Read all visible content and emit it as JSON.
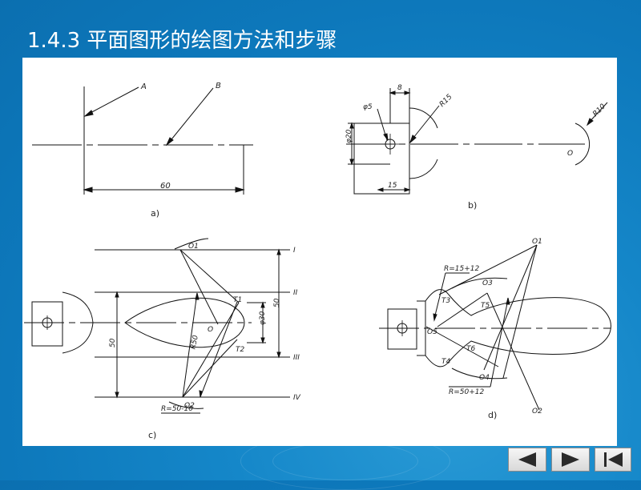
{
  "slide": {
    "title": "1.4.3 平面图形的绘图方法和步骤"
  },
  "figure_a": {
    "label_A": "A",
    "label_B": "B",
    "dim_60": "60",
    "caption": "a)"
  },
  "figure_b": {
    "dim_8": "8",
    "dim_phi5": "φ5",
    "dim_R15": "R15",
    "dim_phi20": "φ20",
    "dim_15": "15",
    "dim_R10": "R10",
    "label_O": "O",
    "caption": "b)"
  },
  "figure_c": {
    "O1": "O1",
    "O2": "O2",
    "T1": "T1",
    "T2": "T2",
    "O": "O",
    "R50": "R50",
    "dim_50_left": "50",
    "dim_phi30": "φ30",
    "dim_50_right": "50",
    "line_I": "I",
    "line_II": "II",
    "line_III": "III",
    "line_IV": "IV",
    "R_formula": "R=50-10",
    "caption": "c)"
  },
  "figure_d": {
    "O1": "O1",
    "O2": "O2",
    "O3": "O3",
    "O4": "O4",
    "O5": "O5",
    "T3": "T3",
    "T4": "T4",
    "T5": "T5",
    "T6": "T6",
    "R_top": "R=15+12",
    "R_bottom": "R=50+12",
    "caption": "d)"
  },
  "nav": {
    "prev_icon": "triangle-left-icon",
    "next_icon": "triangle-right-icon",
    "end_icon": "bar-triangle-end-icon"
  }
}
